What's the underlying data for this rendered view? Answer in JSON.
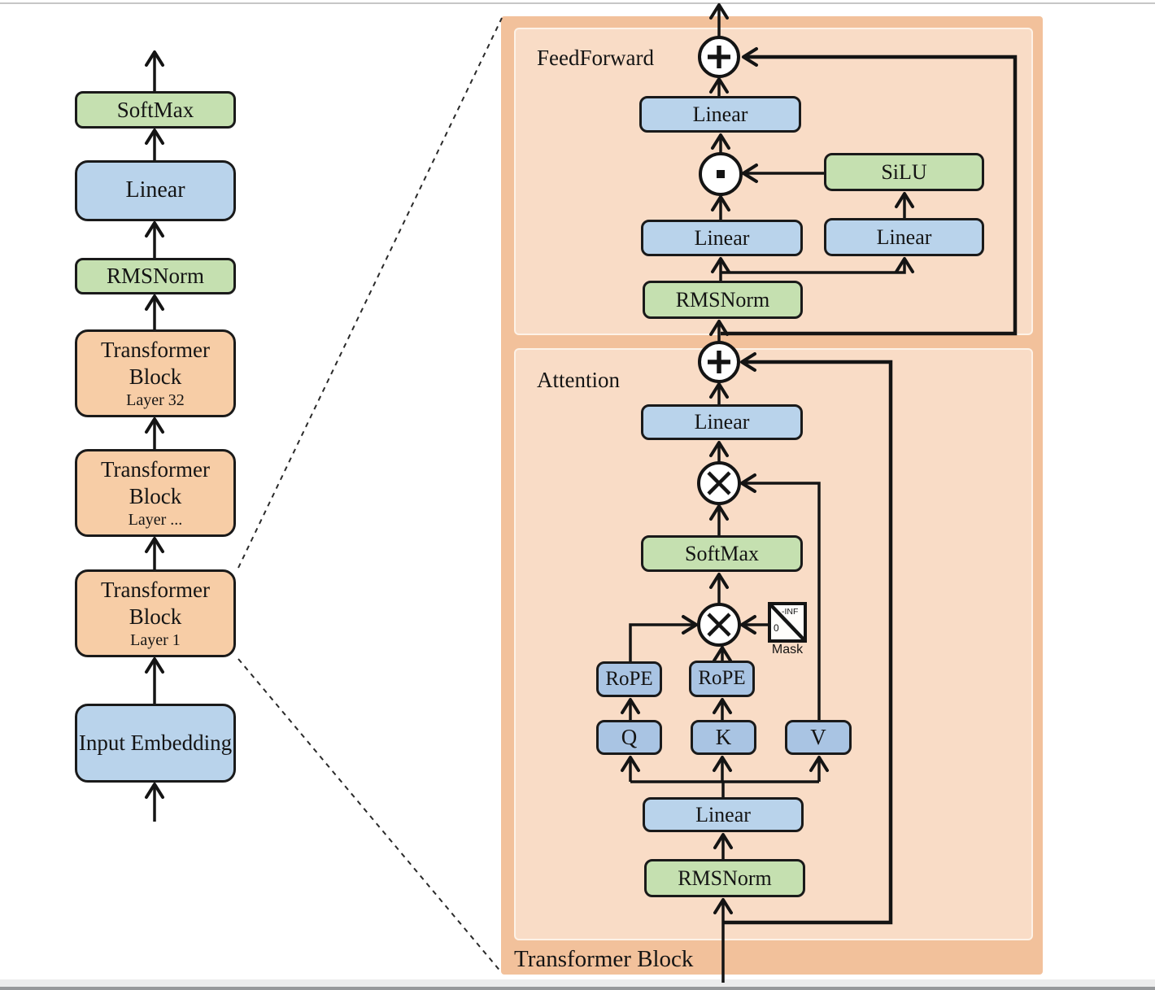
{
  "left_stack": {
    "blocks": [
      {
        "label": "SoftMax",
        "sublabel": "",
        "type": "green"
      },
      {
        "label": "Linear",
        "sublabel": "",
        "type": "blue"
      },
      {
        "label": "RMSNorm",
        "sublabel": "",
        "type": "green"
      },
      {
        "label": "Transformer Block",
        "sublabel": "Layer 32",
        "type": "orange"
      },
      {
        "label": "Transformer Block",
        "sublabel": "Layer ...",
        "type": "orange"
      },
      {
        "label": "Transformer Block",
        "sublabel": "Layer 1",
        "type": "orange"
      },
      {
        "label": "Input Embedding",
        "sublabel": "",
        "type": "blue"
      }
    ]
  },
  "detail_panel": {
    "title": "Transformer Block",
    "feedforward": {
      "title": "FeedForward",
      "output_linear": "Linear",
      "silu": "SiLU",
      "gate_linear": "Linear",
      "up_linear": "Linear",
      "rmsnorm": "RMSNorm"
    },
    "attention": {
      "title": "Attention",
      "output_linear": "Linear",
      "softmax": "SoftMax",
      "rope_q": "RoPE",
      "rope_k": "RoPE",
      "q": "Q",
      "k": "K",
      "v": "V",
      "mask": {
        "label": "Mask",
        "upper": "-INF",
        "lower": "0"
      },
      "input_linear": "Linear",
      "rmsnorm": "RMSNorm"
    }
  },
  "icons": {
    "add": "add-icon",
    "elementwise_product": "dot-product-icon",
    "matmul": "matmul-icon",
    "mask": "mask-icon"
  },
  "colors": {
    "green_box": "#c5e0b0",
    "blue_box": "#b9d3eb",
    "blue_box_dark": "#a9c4e3",
    "orange_box": "#f7cda6",
    "panel_outer": "#f2c19b",
    "panel_inner": "#f9dcc6",
    "line": "#141414"
  }
}
